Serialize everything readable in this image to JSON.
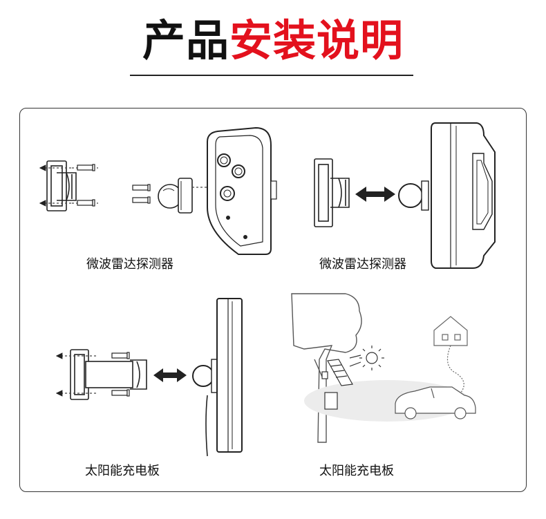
{
  "title": {
    "part_black": "产品",
    "part_red": "安装说明"
  },
  "captions": {
    "top_left": "微波雷达探测器",
    "top_right": "微波雷达探测器",
    "bottom_left": "太阳能充电板",
    "bottom_right": "太阳能充电板"
  },
  "colors": {
    "title_accent": "#e3111d",
    "line": "#222222"
  }
}
